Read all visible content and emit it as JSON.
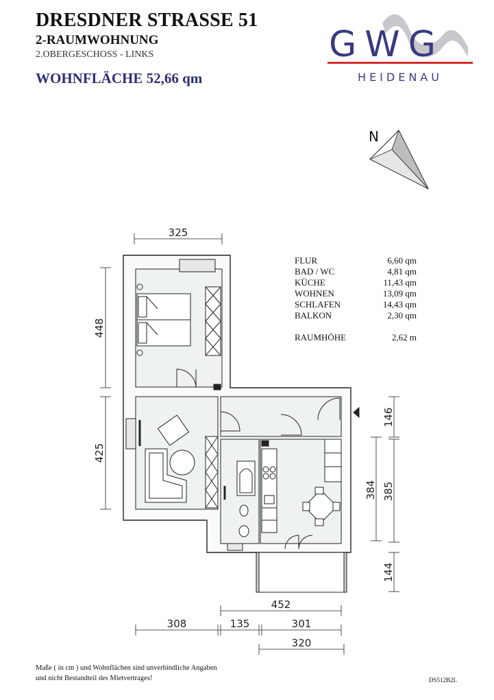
{
  "header": {
    "street": "DRESDNER STRASSE 51",
    "apartment_type": "2-RAUMWOHNUNG",
    "floor": "2.OBERGESCHOSS - LINKS",
    "living_area": "WOHNFLÄCHE 52,66 qm"
  },
  "logo": {
    "letters": "GWG",
    "town": "HEIDENAU",
    "brand_color": "#3a3a80",
    "accent_color": "#d42a2a"
  },
  "compass": {
    "label": "N"
  },
  "rooms": [
    {
      "name": "FLUR",
      "area": "6,60 qm"
    },
    {
      "name": "BAD / WC",
      "area": "4,81 qm"
    },
    {
      "name": "KÜCHE",
      "area": "11,43 qm"
    },
    {
      "name": "WOHNEN",
      "area": "13,09 qm"
    },
    {
      "name": "SCHLAFEN",
      "area": "14,43 qm"
    },
    {
      "name": "BALKON",
      "area": "2,30 qm"
    }
  ],
  "room_height": {
    "label": "RAUMHÖHE",
    "value": "2,62 m"
  },
  "dimensions": {
    "top": "325",
    "left_upper": "448",
    "left_lower": "425",
    "right_entry": "146",
    "right_kitchen_a": "384",
    "right_kitchen_b": "385",
    "right_balcony": "144",
    "bottom_total": "452",
    "bottom_left": "308",
    "bottom_mid": "135",
    "bottom_right": "301",
    "bottom_balcony": "320"
  },
  "footnote": {
    "line1": "Maße ( in cm ) und Wohnflächen sind unverbindliche Angaben",
    "line2": "und nicht Bestandteil des Mietvertrages!"
  },
  "doc_id": "DS512B2L",
  "colors": {
    "room_fill": "#eef2f0",
    "wall": "#222222"
  }
}
